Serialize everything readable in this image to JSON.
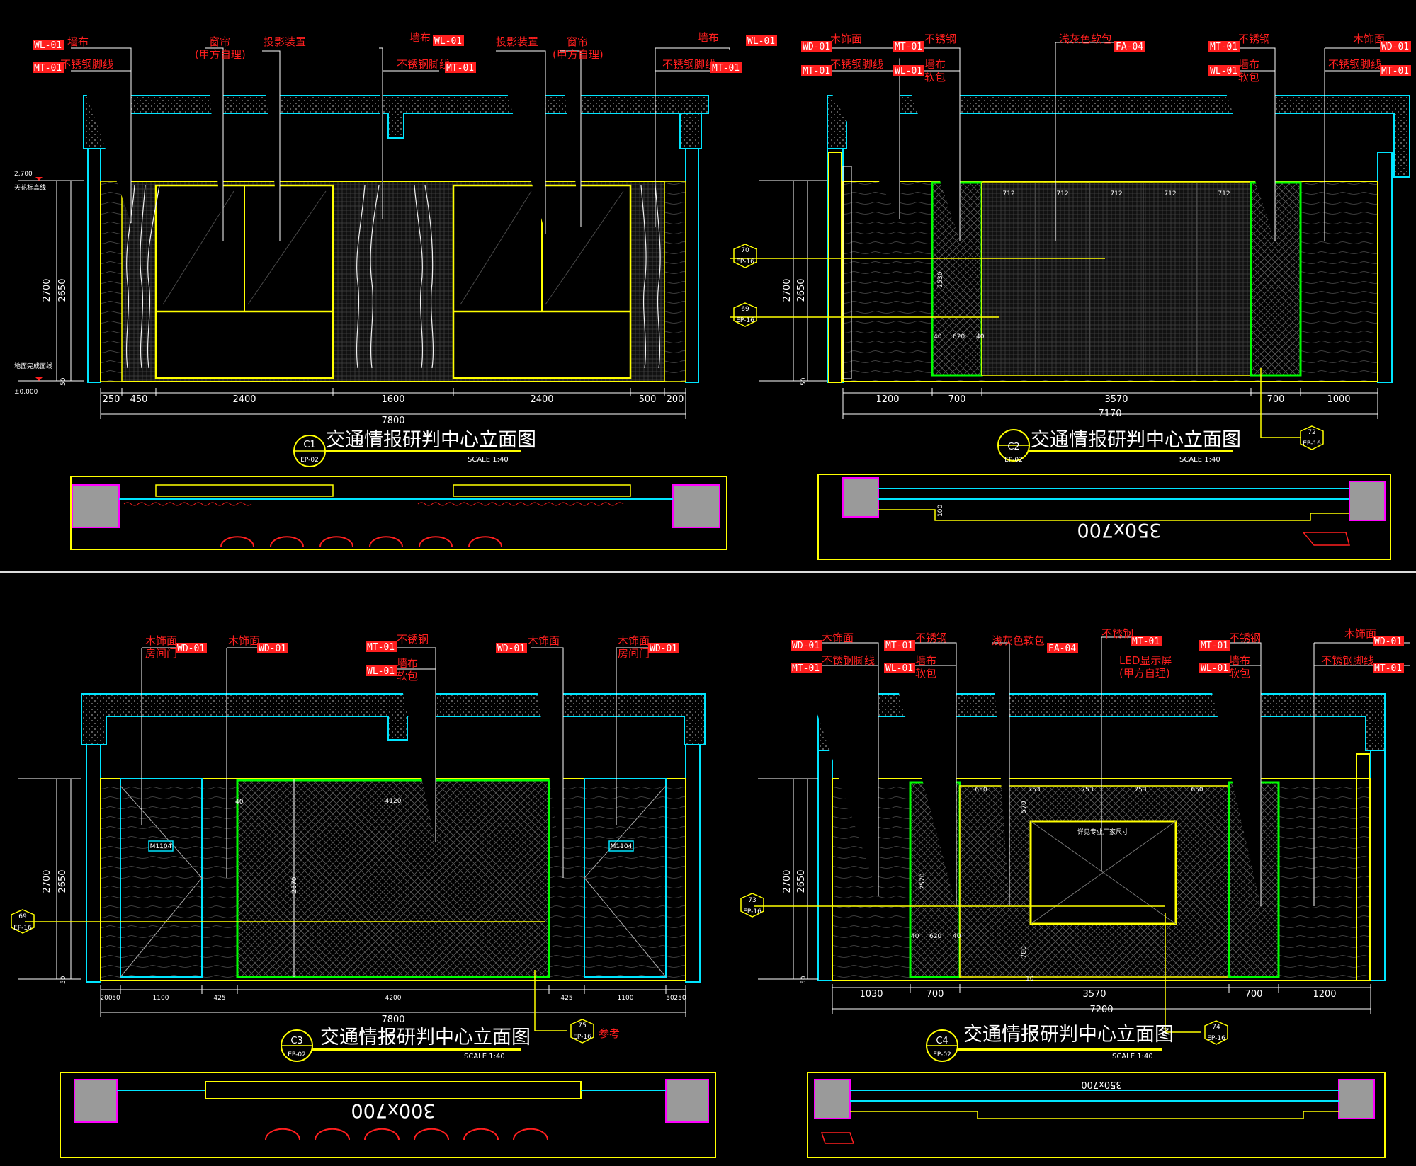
{
  "colors": {
    "bg": "#000000",
    "cyan": "#00e5ff",
    "yellow": "#ffff00",
    "green": "#00ff00",
    "red": "#ff1f1f",
    "white": "#ffffff",
    "magenta": "#ff00ff",
    "gray": "#888888"
  },
  "views": [
    {
      "id": "C1",
      "ref": "EP-02",
      "title": "交通情报研判中心立面图",
      "scale": "SCALE 1:40",
      "labels": [
        {
          "code": "WL-01",
          "text": "墙布",
          "side": "left"
        },
        {
          "code": "MT-01",
          "text": "不锈钢脚线",
          "side": "left"
        },
        {
          "code": "",
          "text": "窗帘",
          "sub": "(甲方自理)",
          "side": "none"
        },
        {
          "code": "",
          "text": "投影装置",
          "side": "none"
        },
        {
          "code": "WL-01",
          "text": "墙布",
          "side": "right"
        },
        {
          "code": "MT-01",
          "text": "不锈钢脚线",
          "side": "right"
        },
        {
          "code": "",
          "text": "投影装置",
          "side": "none"
        },
        {
          "code": "",
          "text": "窗帘",
          "sub": "(甲方自理)",
          "side": "none"
        },
        {
          "code": "WL-01",
          "text": "墙布",
          "side": "right"
        },
        {
          "code": "MT-01",
          "text": "不锈钢脚线",
          "side": "right"
        }
      ],
      "dims": [
        "250",
        "450",
        "2400",
        "1600",
        "2400",
        "500",
        "200"
      ],
      "total": "7800",
      "vdims": [
        "2700",
        "2650",
        "50"
      ],
      "levels": [
        "2.700",
        "±0.000"
      ],
      "level_notes": [
        "天花标高线",
        "地面完成面线"
      ]
    },
    {
      "id": "C2",
      "ref": "EP-02",
      "title": "交通情报研判中心立面图",
      "scale": "SCALE 1:40",
      "labels": [
        {
          "code": "WD-01",
          "text": "木饰面"
        },
        {
          "code": "MT-01",
          "text": "不锈钢脚线"
        },
        {
          "code": "MT-01",
          "text": "不锈钢"
        },
        {
          "code": "WL-01",
          "text": "墙布",
          "sub": "软包"
        },
        {
          "code": "FA-04",
          "text": "浅灰色软包"
        },
        {
          "code": "MT-01",
          "text": "不锈钢"
        },
        {
          "code": "WL-01",
          "text": "墙布",
          "sub": "软包"
        },
        {
          "code": "WD-01",
          "text": "木饰面"
        },
        {
          "code": "MT-01",
          "text": "不锈钢脚线"
        }
      ],
      "dims": [
        "1200",
        "700",
        "3570",
        "700",
        "1000"
      ],
      "total": "7170",
      "panel_dims": [
        "712",
        "712",
        "712",
        "712",
        "712"
      ],
      "vdims": [
        "2700",
        "2650",
        "50"
      ],
      "inner": [
        "2530",
        "40",
        "620",
        "40"
      ],
      "callouts": [
        {
          "n": "70",
          "r": "EP-16"
        },
        {
          "n": "69",
          "r": "EP-16"
        },
        {
          "n": "72",
          "r": "EP-16"
        }
      ],
      "plan_note": "350x700",
      "plan_dim": "100"
    },
    {
      "id": "C3",
      "ref": "EP-02",
      "title": "交通情报研判中心立面图",
      "scale": "SCALE 1:40",
      "labels": [
        {
          "code": "WD-01",
          "text": "木饰面",
          "sub": "房间门"
        },
        {
          "code": "WD-01",
          "text": "木饰面"
        },
        {
          "code": "MT-01",
          "text": "不锈钢"
        },
        {
          "code": "WL-01",
          "text": "墙布",
          "sub": "软包"
        },
        {
          "code": "WD-01",
          "text": "木饰面"
        },
        {
          "code": "WD-01",
          "text": "木饰面",
          "sub": "房间门"
        }
      ],
      "dims": [
        "200",
        "50",
        "1100",
        "425",
        "4200",
        "425",
        "1100",
        "50",
        "250"
      ],
      "total": "7800",
      "inner": [
        "4120",
        "40",
        "2570"
      ],
      "vdims": [
        "2700",
        "2650",
        "50"
      ],
      "callouts": [
        {
          "n": "69",
          "r": "EP-16"
        },
        {
          "n": "75",
          "r": "EP-16",
          "note": "参考"
        }
      ],
      "doors": [
        "M1104",
        "M1104"
      ],
      "plan_note": "300x700"
    },
    {
      "id": "C4",
      "ref": "EP-02",
      "title": "交通情报研判中心立面图",
      "scale": "SCALE 1:40",
      "labels": [
        {
          "code": "WD-01",
          "text": "木饰面"
        },
        {
          "code": "MT-01",
          "text": "不锈钢脚线"
        },
        {
          "code": "MT-01",
          "text": "不锈钢"
        },
        {
          "code": "WL-01",
          "text": "墙布",
          "sub": "软包"
        },
        {
          "code": "FA-04",
          "text": "浅灰色软包"
        },
        {
          "code": "MT-01",
          "text": "不锈钢"
        },
        {
          "code": "",
          "text": "LED显示屏",
          "sub": "(甲方自理)"
        },
        {
          "code": "MT-01",
          "text": "不锈钢"
        },
        {
          "code": "WL-01",
          "text": "墙布",
          "sub": "软包"
        },
        {
          "code": "WD-01",
          "text": "木饰面"
        },
        {
          "code": "MT-01",
          "text": "不锈钢脚线"
        }
      ],
      "dims": [
        "1030",
        "700",
        "3570",
        "700",
        "1200"
      ],
      "total": "7200",
      "panel_dims": [
        "650",
        "753",
        "753",
        "753",
        "650"
      ],
      "inner": [
        "570",
        "2570",
        "40",
        "620",
        "40",
        "700",
        "10"
      ],
      "vdims": [
        "2700",
        "2650",
        "50"
      ],
      "screen_note": "详见专业厂家尺寸",
      "callouts": [
        {
          "n": "73",
          "r": "EP-16"
        },
        {
          "n": "74",
          "r": "EP-16"
        }
      ],
      "plan_note": "350x700"
    }
  ]
}
